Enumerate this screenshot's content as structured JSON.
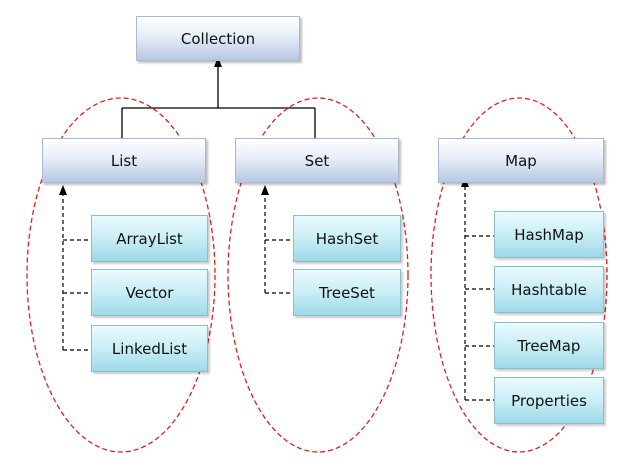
{
  "root": {
    "label": "Collection"
  },
  "groups": {
    "list": {
      "label": "List",
      "children": [
        "ArrayList",
        "Vector",
        "LinkedList"
      ]
    },
    "set": {
      "label": "Set",
      "children": [
        "HashSet",
        "TreeSet"
      ]
    },
    "map": {
      "label": "Map",
      "children": [
        "HashMap",
        "Hashtable",
        "TreeMap",
        "Properties"
      ]
    }
  },
  "colors": {
    "ellipse_stroke": "#e02020",
    "line": "#000000"
  }
}
